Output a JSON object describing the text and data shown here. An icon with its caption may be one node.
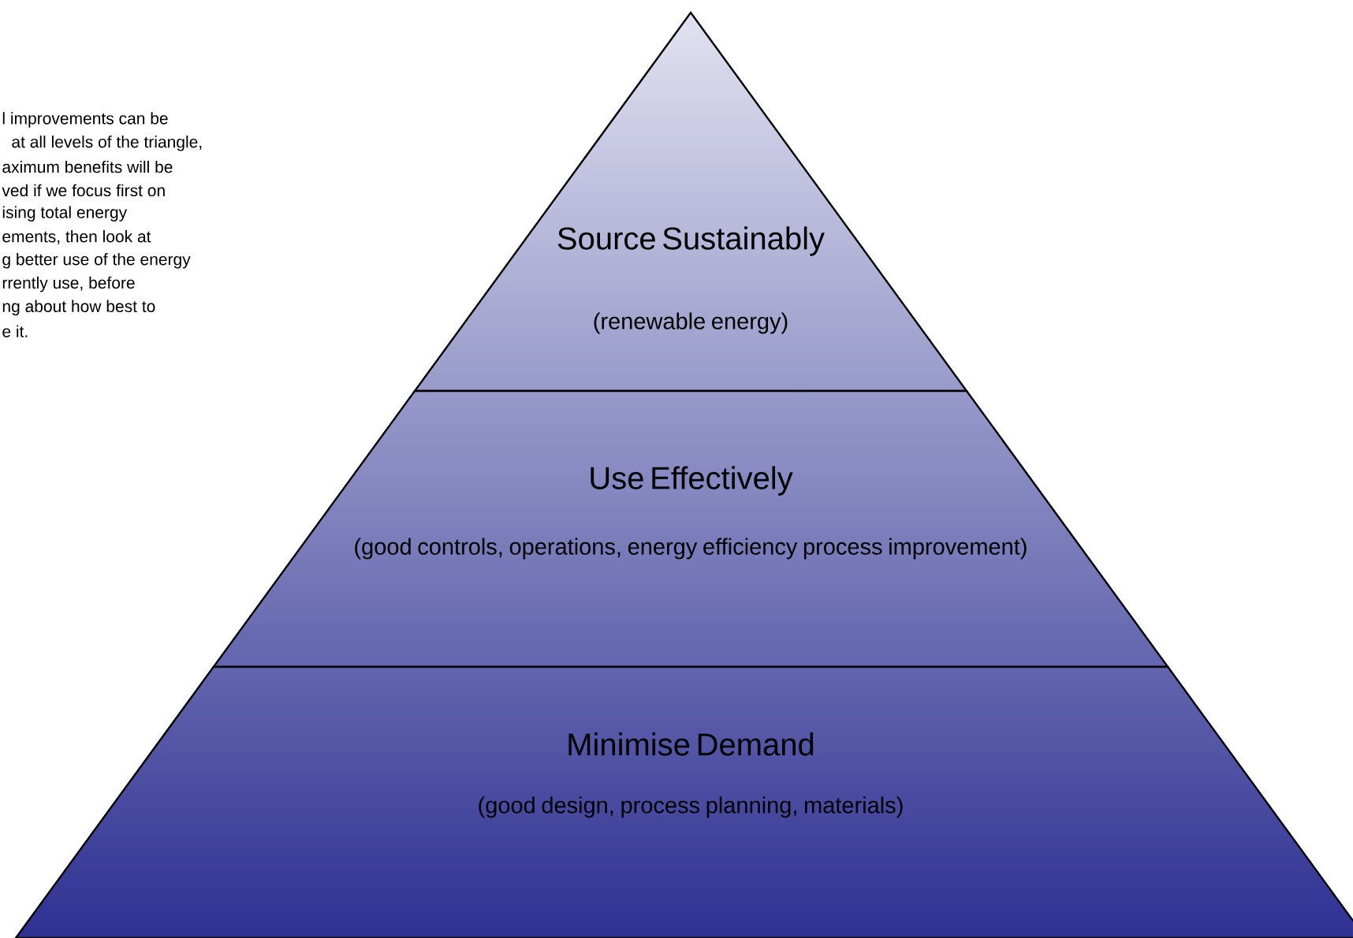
{
  "diagram": {
    "nodes": [
      {
        "text": [
          "Source Sustainably",
          "(renewable energy)"
        ]
      },
      {
        "text": [
          "Use Effectively",
          "(good controls, operations, energy efficiency process improvement)"
        ]
      },
      {
        "text": [
          "Minimise Demand",
          "(good design, process planning, materials)"
        ]
      }
    ],
    "labels": [
      "l improvements can be",
      "at all levels of the triangle,",
      "aximum benefits will be",
      "ved if we focus first on",
      "ising total energy",
      "ements, then look at",
      "g better use of the energy",
      "rrently use, before",
      "ng about how best to",
      "e it."
    ]
  }
}
